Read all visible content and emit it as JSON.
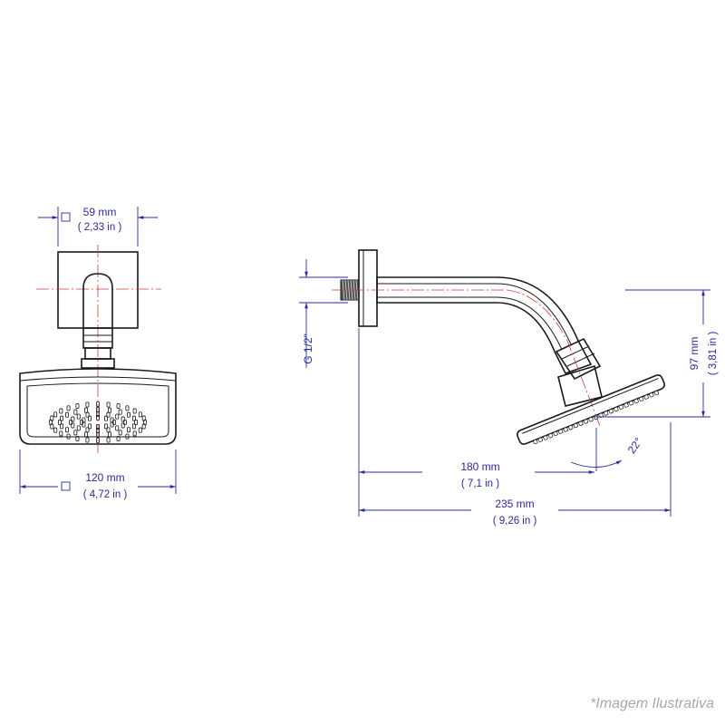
{
  "front_view": {
    "width_top": {
      "mm": "59 mm",
      "in": "( 2,33 in )"
    },
    "width_bottom": {
      "mm": "120 mm",
      "in": "( 4,72 in )"
    }
  },
  "side_view": {
    "thread": "G 1/2\"",
    "height": {
      "mm": "97 mm",
      "in": "( 3,81 in )"
    },
    "reach_short": {
      "mm": "180 mm",
      "in": "( 7,1 in )"
    },
    "reach_long": {
      "mm": "235 mm",
      "in": "( 9,26 in )"
    },
    "tilt": "22°"
  },
  "caption": "*Imagem Ilustrativa",
  "colors": {
    "dimension": "#2a2a9c",
    "centerline": "#d23a3a",
    "outline": "#1a1a1a"
  }
}
